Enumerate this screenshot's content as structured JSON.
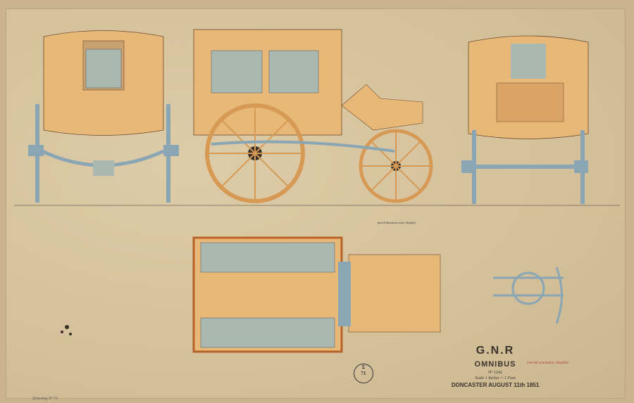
{
  "drawing": {
    "company": "G.N.R",
    "vehicle": "OMNIBUS",
    "number": "Nº 1242",
    "scale": "Scale 1 Inches = 1 Foot",
    "place_date": "DONCASTER AUGUST 11th 1851",
    "stamp_top": "Σ",
    "stamp_bottom": "71",
    "drawing_no": "Drawing Nº 71",
    "red_note": "(red ink annotation, illegible)",
    "notes": [
      "(pencil dimension notes, illegible)"
    ],
    "views": [
      "rear-elevation",
      "side-elevation",
      "front-elevation",
      "plan-view",
      "wheel-detail"
    ]
  },
  "colors": {
    "paper": "#d8c6a0",
    "body": "#e8b878",
    "glass": "#a9b8b0",
    "iron": "#8aa6b4",
    "wheel": "#d79a55",
    "line": "#3a3228"
  }
}
